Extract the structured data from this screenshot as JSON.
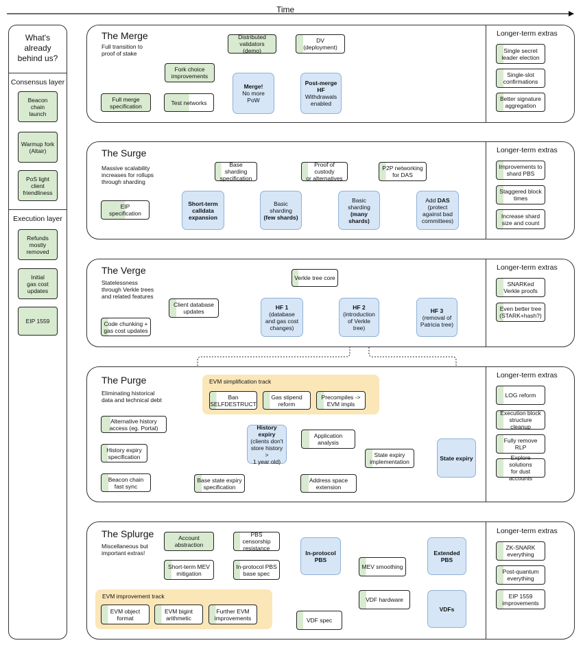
{
  "header": {
    "time_label": "Time"
  },
  "left": {
    "title": "What's\nalready\nbehind us?",
    "consensus_label": "Consensus layer",
    "consensus_items": [
      "Beacon\nchain\nlaunch",
      "Warmup fork\n(Altair)",
      "PoS light\nclient\nfriendliness"
    ],
    "execution_label": "Execution layer",
    "execution_items": [
      "Refunds\nmostly\nremoved",
      "Initial\ngas cost\nupdates",
      "EIP 1559"
    ]
  },
  "extras_title": "Longer-term extras",
  "merge": {
    "title": "The Merge",
    "subtitle": "Full transition to\nproof of stake",
    "nodes": {
      "dist_val": "Distributed\nvalidators (demo)",
      "dv": "DV\n(deployment)",
      "fork_choice": "Fork choice\nimprovements",
      "full_spec": "Full merge\nspecification",
      "test_net": "Test networks",
      "merge_bold": "Merge!",
      "merge_rest": "No more\nPoW",
      "post_bold": "Post-merge\nHF",
      "post_rest": "Withdrawals\nenabled"
    },
    "extras": [
      "Single secret\nleader election",
      "Single-slot\nconfirmations",
      "Better signature\naggregation"
    ]
  },
  "surge": {
    "title": "The Surge",
    "subtitle": "Massive scalability\nincreases for rollups\nthrough sharding",
    "nodes": {
      "base_spec": "Base sharding\nspecification",
      "custody": "Proof of custody\nor alternatives",
      "p2p": "P2P networking\nfor DAS",
      "eip": "EIP\nspecification",
      "calldata": "Short-term\ncalldata\nexpansion",
      "basic_few_a": "Basic\nsharding",
      "basic_few_b": "(few shards)",
      "basic_many_a": "Basic\nsharding",
      "basic_many_b": "(many\nshards)",
      "das_a": "Add ",
      "das_b": "DAS",
      "das_c": "(protect\nagainst bad\ncommittees)"
    },
    "extras": [
      "Improvements to\nshard PBS",
      "Staggered block\ntimes",
      "Increase shard\nsize and count"
    ]
  },
  "verge": {
    "title": "The Verge",
    "subtitle": "Statelessness\nthrough Verkle trees\nand related features",
    "nodes": {
      "verkle_core": "Verkle tree core",
      "client_db": "Client database\nupdates",
      "code_chunk": "Code chunking +\ngas cost updates",
      "hf1_bold": "HF 1",
      "hf1_rest": "(database\nand gas cost\nchanges)",
      "hf2_bold": "HF 2",
      "hf2_rest": "(introduction\nof Verkle\ntree)",
      "hf3_bold": "HF 3",
      "hf3_rest": "(removal of\nPatricia tree)"
    },
    "extras": [
      "SNARKed\nVerkle proofs",
      "Even better tree\n(STARK+hash?)"
    ]
  },
  "purge": {
    "title": "The Purge",
    "subtitle": "Eliminating historical\ndata and technical debt",
    "track_title": "EVM simplification track",
    "nodes": {
      "selfdestruct": "Ban\nSELFDESTRUCT",
      "gas_stipend": "Gas stipend\nreform",
      "precompiles": "Precompiles ->\nEVM impls",
      "alt_history": "Alternative history\naccess (eg. Portal)",
      "history_spec": "History expiry\nspecification",
      "beacon_sync": "Beacon chain\nfast sync",
      "history_bold": "History\nexpiry",
      "history_rest": "(clients don't\nstore history >\n1 year old)",
      "app_analysis": "Application\nanalysis",
      "state_impl": "State expiry\nimplementation",
      "base_state": "Base state expiry\nspecification",
      "addr_space": "Address space\nextension",
      "state_expiry": "State expiry"
    },
    "extras": [
      "LOG reform",
      "Execution block\nstructure cleanup",
      "Fully remove\nRLP",
      "Explore solutions\nfor dust accounts"
    ]
  },
  "splurge": {
    "title": "The Splurge",
    "subtitle": "Miscellaneous but\nimportant extras!",
    "track_title": "EVM improvement track",
    "nodes": {
      "account_abs": "Account\nabstraction",
      "pbs_cens": "PBS censorship\nresistance",
      "mev_mit": "Short-term MEV\nmitigation",
      "inproto_spec": "In-protocol PBS\nbase spec",
      "inproto_pbs": "In-protocol\nPBS",
      "ext_pbs": "Extended\nPBS",
      "mev_smooth": "MEV smoothing",
      "vdf_hw": "VDF hardware",
      "vdf_spec": "VDF spec",
      "vdfs": "VDFs",
      "evm_obj": "EVM object\nformat",
      "evm_bigint": "EVM bigint\narithmetic",
      "evm_further": "Further EVM\nimprovements"
    },
    "extras": [
      "ZK-SNARK\neverything",
      "Post-quantum\neverything",
      "EIP 1559\nimprovements"
    ]
  }
}
